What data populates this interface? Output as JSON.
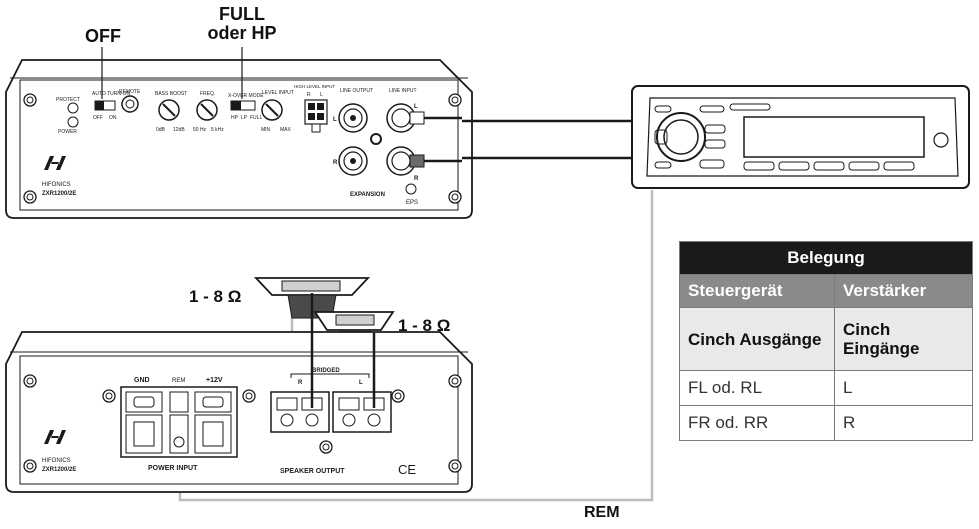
{
  "callouts": {
    "off": "OFF",
    "full_line1": "FULL",
    "full_line2": "oder HP",
    "ohm_left": "1 - 8 Ω",
    "ohm_right": "1 - 8 Ω",
    "rem": "REM"
  },
  "amp_top": {
    "protect": "PROTECT",
    "power": "POWER",
    "auto_turn_on": "AUTO TURN-ON",
    "off": "OFF",
    "on": "ON",
    "remote": "REMOTE",
    "bass_boost": "BASS BOOST",
    "bass_min": "0dB",
    "bass_max": "12dB",
    "freq": "FREQ.",
    "freq_min": "50 Hz",
    "freq_max": "5 kHz",
    "xover_mode": "X-OVER MODE",
    "xover_hp": "HP",
    "xover_lp": "LP",
    "xover_full": "FULL",
    "level_input": "LEVEL INPUT",
    "level_min": "MIN",
    "level_max": "MAX",
    "high_level_input": "HIGH LEVEL INPUT",
    "hl_r": "R",
    "hl_l": "L",
    "line_output": "LINE OUTPUT",
    "line_input": "LINE INPUT",
    "lo_l": "L",
    "lo_r": "R",
    "li_l": "L",
    "li_r": "R",
    "brand": "HIFONICS",
    "model": "ZXR1200/2E",
    "expansion": "EXPANSION",
    "eps": "EPS"
  },
  "amp_bottom": {
    "gnd": "GND",
    "rem": "REM",
    "plus12v": "+12V",
    "power_input": "POWER INPUT",
    "bridged": "BRIDGED",
    "ch_r": "R",
    "ch_l": "L",
    "speaker_output": "SPEAKER OUTPUT",
    "ce": "CE",
    "brand": "HIFONICS",
    "model": "ZXR1200/2E"
  },
  "table": {
    "title": "Belegung",
    "head_left": "Steuergerät",
    "head_right": "Verstärker",
    "sub_left": "Cinch Ausgänge",
    "sub_right": "Cinch Eingänge",
    "rows": [
      {
        "left": "FL od. RL",
        "right": "L"
      },
      {
        "left": "FR od. RR",
        "right": "R"
      }
    ]
  },
  "colors": {
    "line": "#1a1a1a",
    "wire_gray": "#bdbdbd",
    "table_title_bg": "#1a1a1a",
    "table_head_bg": "#8a8a8a",
    "table_sub_bg": "#e9e9e9"
  }
}
